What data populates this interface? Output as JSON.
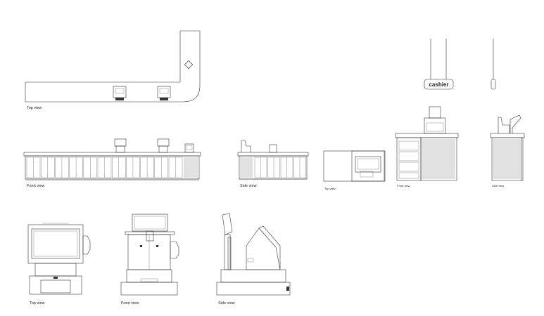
{
  "labels": {
    "counter_top": "Top view",
    "counter_front": "Front view",
    "counter_side": "Side view",
    "desk_top": "Top view",
    "desk_front": "Front view",
    "desk_side": "Side view",
    "pos_top": "Top view",
    "pos_front": "Front view",
    "pos_side": "Side view"
  },
  "sign_text": "cashier",
  "colors": {
    "line": "#333333",
    "background": "#ffffff"
  }
}
